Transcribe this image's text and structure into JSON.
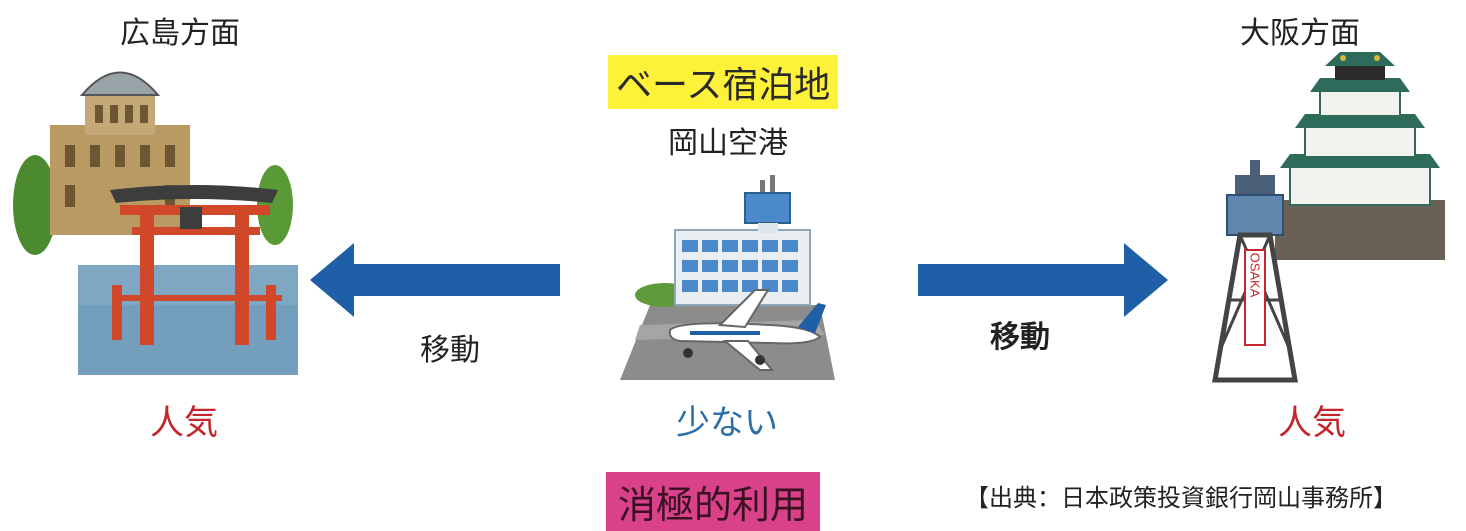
{
  "left": {
    "title": "広島方面",
    "status": "人気"
  },
  "center": {
    "badge": "ベース宿泊地",
    "title": "岡山空港",
    "status": "少ない",
    "bottom_badge": "消極的利用"
  },
  "right": {
    "title": "大阪方面",
    "status": "人気",
    "tower_text": "OSAKA"
  },
  "arrows": {
    "left_label": "移動",
    "right_label": "移動"
  },
  "source": "【出典：日本政策投資銀行岡山事務所】",
  "colors": {
    "arrow": "#1f5fa8",
    "highlight_yellow": "#fef13a",
    "highlight_pink": "#d9418a",
    "popular_red": "#c4262b",
    "few_blue": "#2c6ea6"
  }
}
